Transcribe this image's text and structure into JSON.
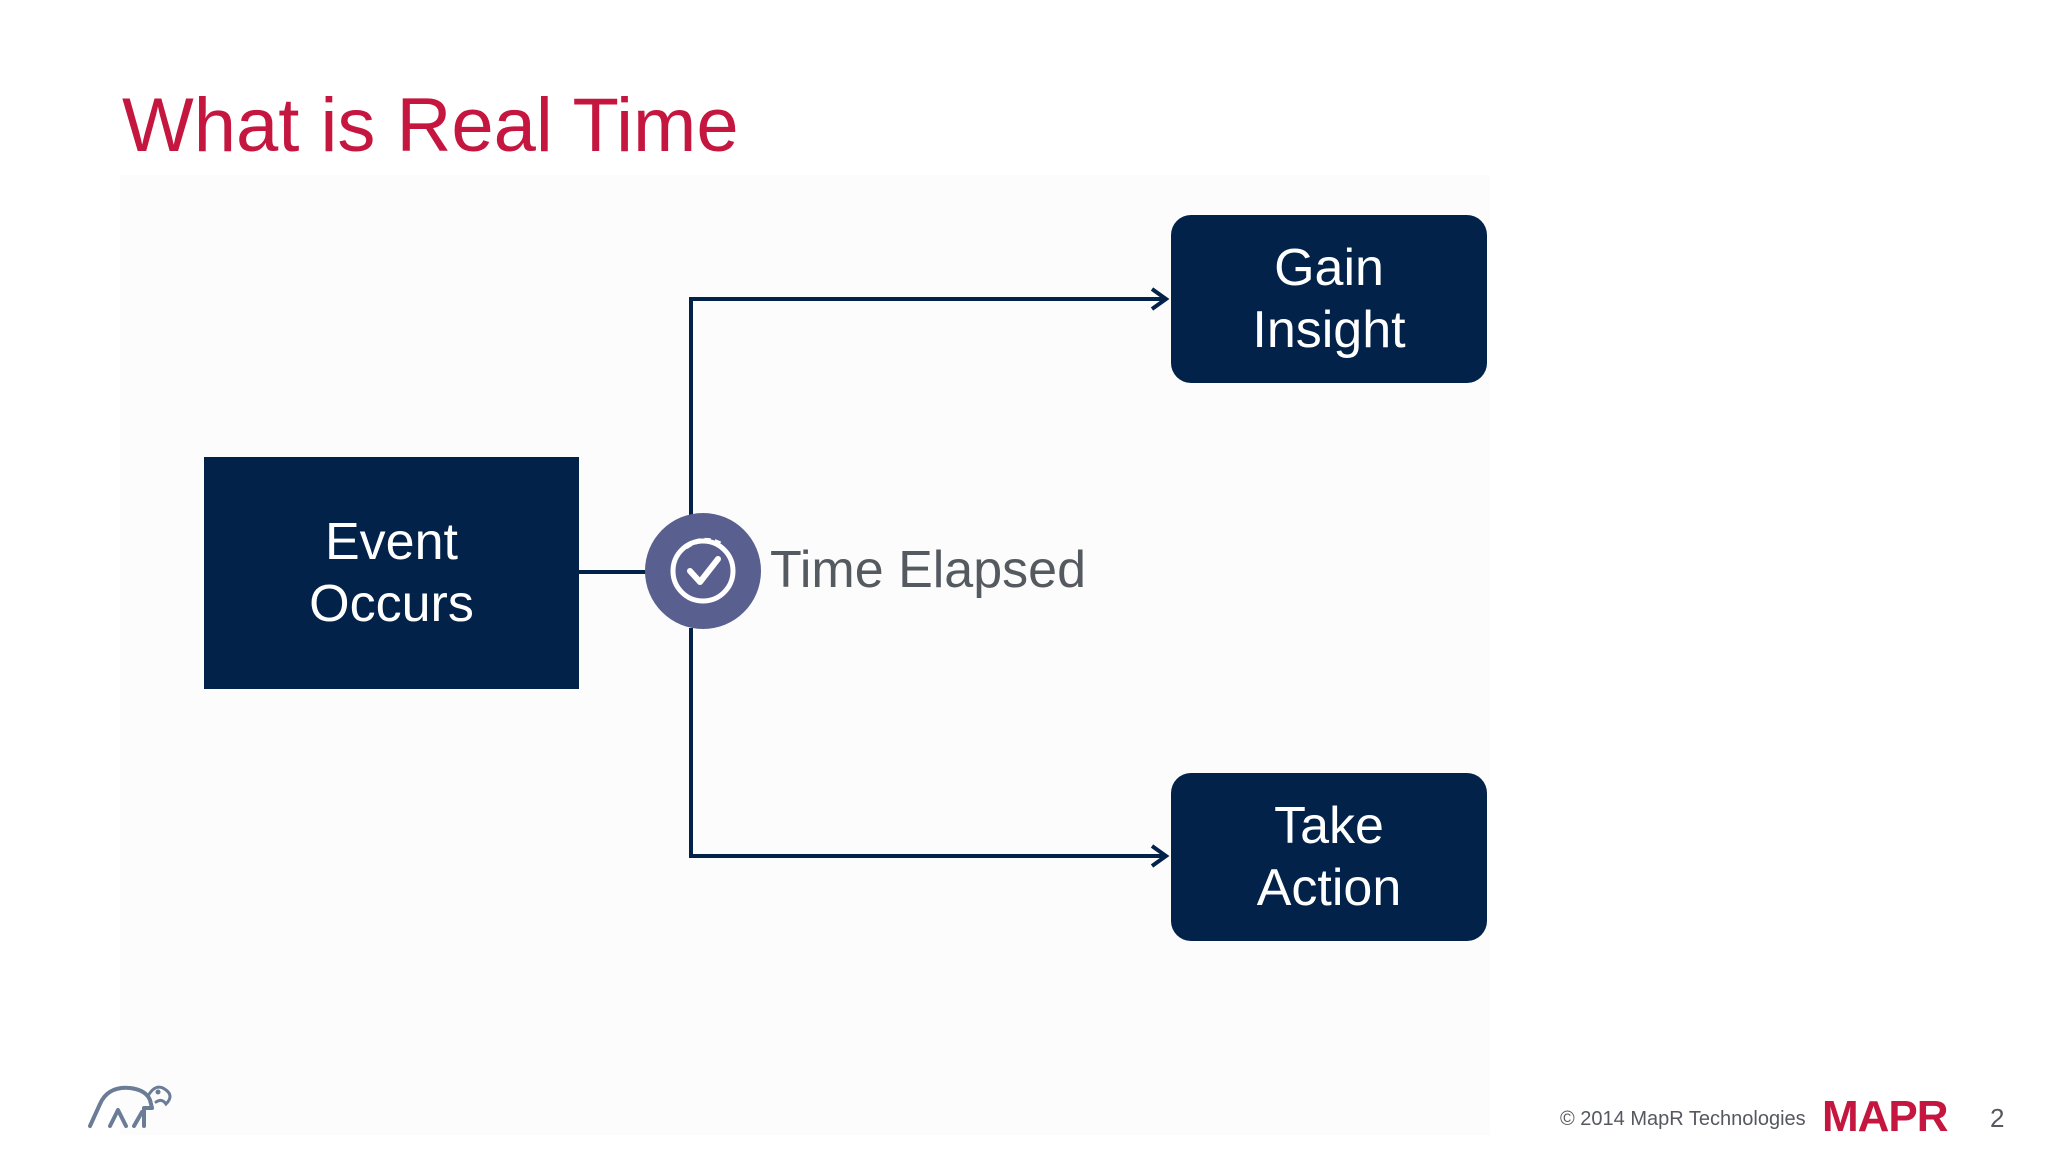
{
  "slide": {
    "title": "What is Real Time",
    "page_number": "2"
  },
  "diagram": {
    "event_box": "Event\nOccurs",
    "gain_box": "Gain\nInsight",
    "action_box": "Take\nAction",
    "elapsed_label": "Time Elapsed",
    "clock_icon": "clock-check-icon"
  },
  "footer": {
    "copyright": "© 2014 MapR Technologies",
    "brand": "MAPR",
    "mascot_icon": "elephant-logo-icon"
  },
  "colors": {
    "title": "#c4163f",
    "box_fill": "#022249",
    "connector": "#022249",
    "clock_circle": "#59608f"
  }
}
